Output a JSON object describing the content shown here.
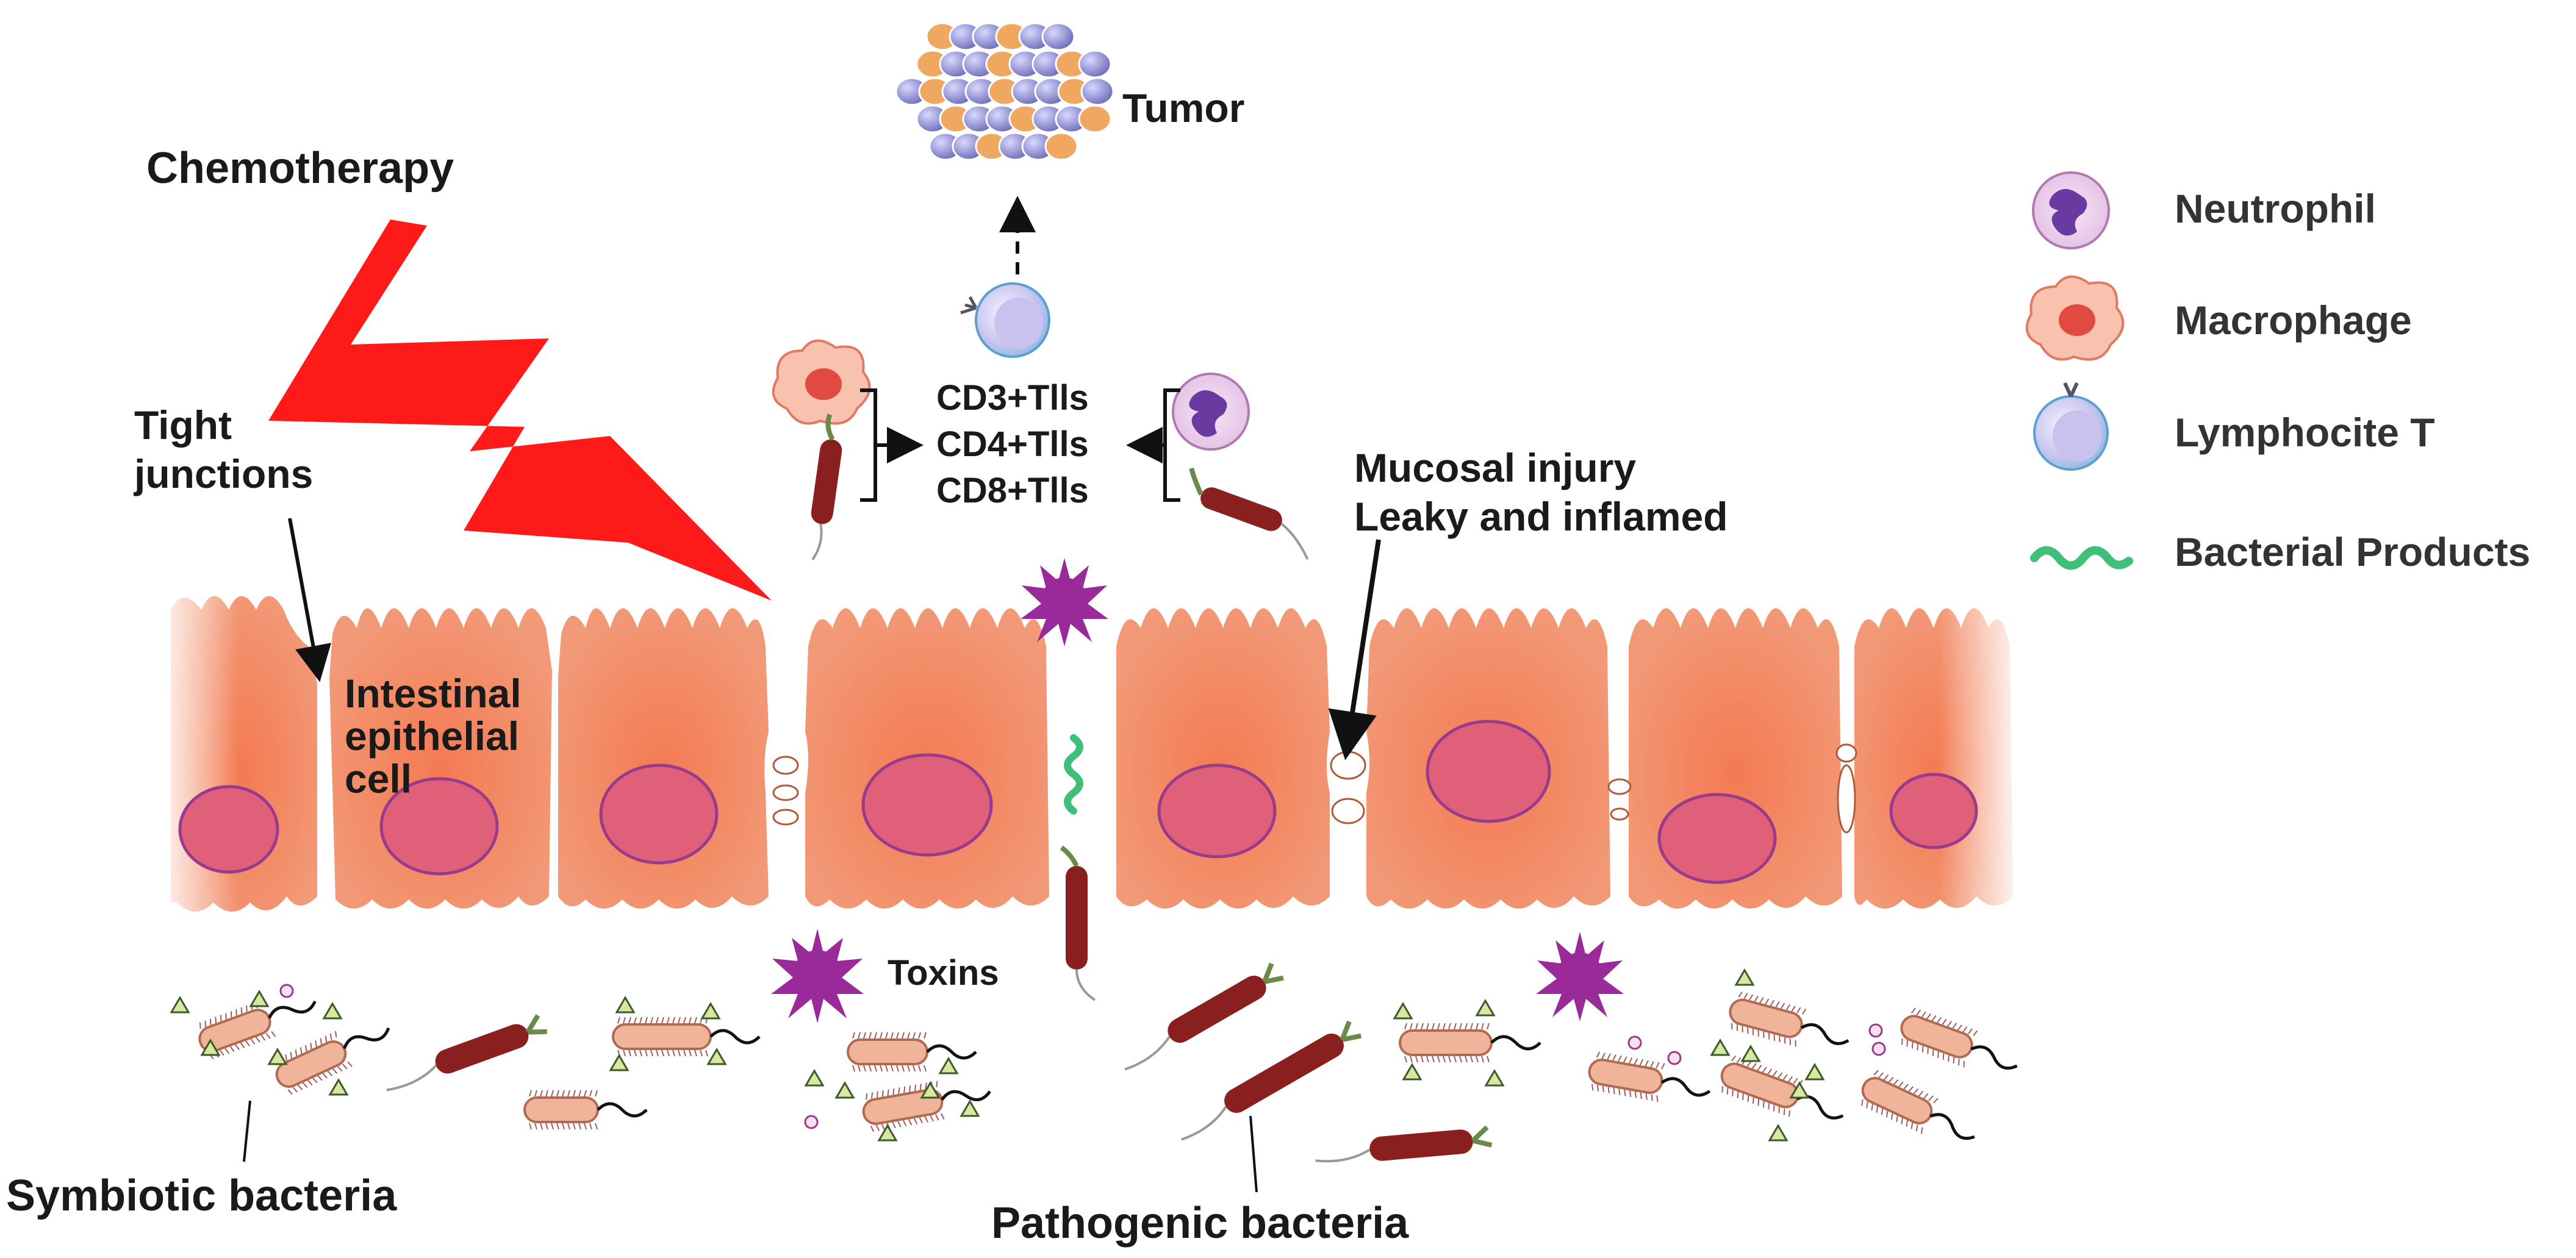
{
  "labels": {
    "tumor": "Tumor",
    "chemotherapy": "Chemotherapy",
    "tight_junctions_line1": "Tight",
    "tight_junctions_line2": "junctions",
    "cd3": "CD3+Tlls",
    "cd4": "CD4+Tlls",
    "cd8": "CD8+Tlls",
    "mucosal_line1": "Mucosal injury",
    "mucosal_line2": "Leaky and inflamed",
    "intestinal_line1": "Intestinal",
    "intestinal_line2": "epithelial",
    "intestinal_line3": "cell",
    "toxins": "Toxins",
    "symbiotic": "Symbiotic  bacteria",
    "pathogenic": "Pathogenic bacteria"
  },
  "legend": [
    {
      "label": "Neutrophil",
      "icon": "neutrophil-icon"
    },
    {
      "label": "Macrophage",
      "icon": "macrophage-icon"
    },
    {
      "label": "Lymphocite  T",
      "icon": "lymphocyte-t-icon"
    },
    {
      "label": "Bacterial  Products",
      "icon": "bacterial-products-icon"
    }
  ],
  "colors": {
    "cell_fill": "#f08a65",
    "cell_light": "#f6b08f",
    "nucleus": "#e0607a",
    "nucleus_stroke": "#9a3a8a",
    "lightning": "#ff1a1a",
    "pathogen": "#8a1f1f",
    "symbiont": "#f0b49a",
    "toxin": "#9a2a9a",
    "bacterial_product": "#3fbf7a"
  }
}
